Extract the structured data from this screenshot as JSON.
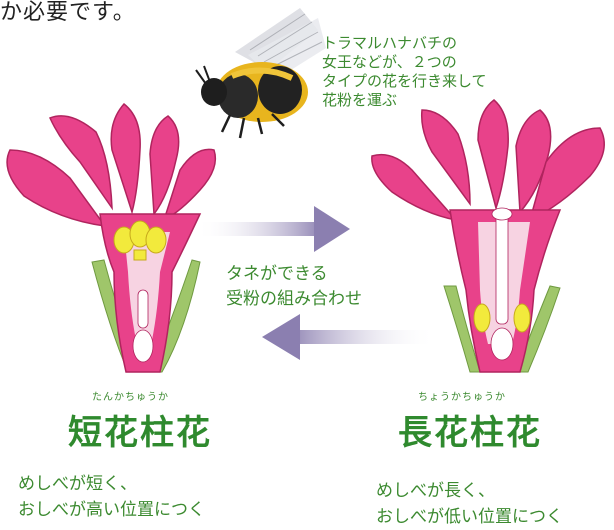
{
  "top_fragment": "か必要です。",
  "bee_note": [
    "トラマルハナバチの",
    "女王などが、２つの",
    "タイプの花を行き来して",
    "花粉を運ぶ"
  ],
  "center_note": [
    "タネができる",
    "受粉の組み合わせ"
  ],
  "left_flower": {
    "ruby": "たんかちゅうか",
    "title": "短花柱花",
    "desc": [
      "めしべが短く、",
      "おしべが高い位置につく"
    ]
  },
  "right_flower": {
    "ruby": "ちょうかちゅうか",
    "title": "長花柱花",
    "desc": [
      "めしべが長く、",
      "おしべが低い位置につく"
    ]
  },
  "colors": {
    "petal": "#e8428a",
    "petal_dark": "#b0245e",
    "inner": "#f7d3e2",
    "stamen": "#f2ea3c",
    "sepal": "#9fc66a",
    "arrow": "#8b7fb0",
    "text_green": "#3c8a30"
  }
}
